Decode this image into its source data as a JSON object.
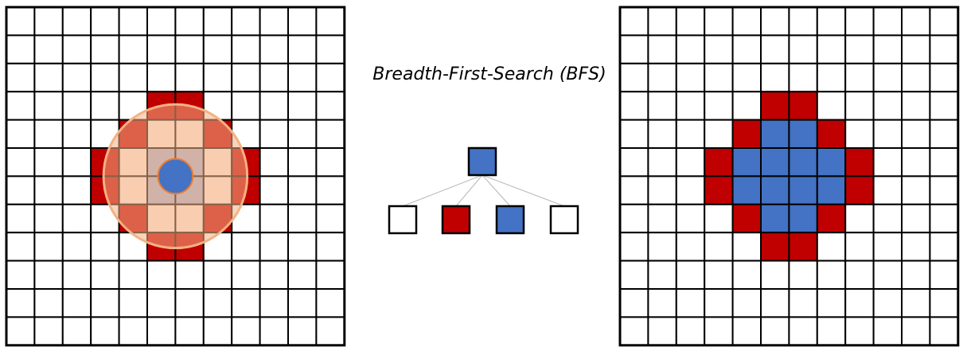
{
  "title": "Breadth-First-Search (BFS)",
  "colors": {
    "grid_line": "#000000",
    "frontier": "#c00000",
    "visited": "#4472c4",
    "background": "#ffffff",
    "halo": "#f4b183",
    "halo_inner": "#fdf0e6",
    "halo_core": "#a6b4d8",
    "tree_line": "#bfbfbf"
  },
  "grid_size": 12,
  "left_grid": {
    "frontier_cells": [
      [
        3,
        5
      ],
      [
        3,
        6
      ],
      [
        4,
        4
      ],
      [
        4,
        7
      ],
      [
        5,
        3
      ],
      [
        5,
        8
      ],
      [
        6,
        3
      ],
      [
        6,
        8
      ],
      [
        7,
        4
      ],
      [
        7,
        7
      ],
      [
        8,
        5
      ],
      [
        8,
        6
      ]
    ],
    "halo_cells": [
      [
        4,
        5
      ],
      [
        4,
        6
      ],
      [
        5,
        4
      ],
      [
        5,
        7
      ],
      [
        6,
        4
      ],
      [
        6,
        7
      ],
      [
        7,
        5
      ],
      [
        7,
        6
      ]
    ],
    "core_cells": [
      [
        5,
        5
      ],
      [
        5,
        6
      ],
      [
        6,
        5
      ],
      [
        6,
        6
      ]
    ]
  },
  "right_grid": {
    "frontier_cells": [
      [
        3,
        5
      ],
      [
        3,
        6
      ],
      [
        4,
        4
      ],
      [
        4,
        7
      ],
      [
        5,
        3
      ],
      [
        5,
        8
      ],
      [
        6,
        3
      ],
      [
        6,
        8
      ],
      [
        7,
        4
      ],
      [
        7,
        7
      ],
      [
        8,
        5
      ],
      [
        8,
        6
      ]
    ],
    "visited_cells": [
      [
        4,
        5
      ],
      [
        4,
        6
      ],
      [
        5,
        4
      ],
      [
        5,
        5
      ],
      [
        5,
        6
      ],
      [
        5,
        7
      ],
      [
        6,
        4
      ],
      [
        6,
        5
      ],
      [
        6,
        6
      ],
      [
        6,
        7
      ],
      [
        7,
        5
      ],
      [
        7,
        6
      ]
    ]
  },
  "tree": {
    "root": "visited",
    "children": [
      "unvisited",
      "frontier",
      "visited",
      "unvisited"
    ]
  }
}
